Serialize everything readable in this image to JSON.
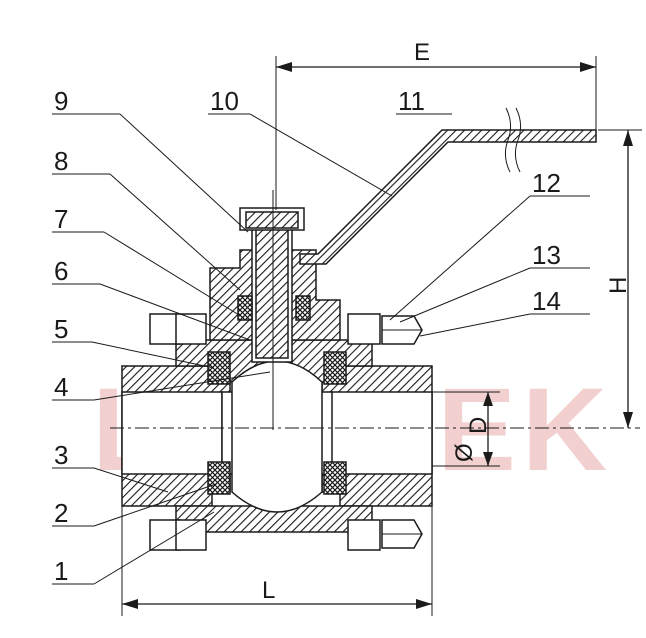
{
  "watermark": {
    "text": "LEADEK",
    "color": "#f2c8c8"
  },
  "part_labels": [
    "1",
    "2",
    "3",
    "4",
    "5",
    "6",
    "7",
    "8",
    "9",
    "10",
    "11",
    "12",
    "13",
    "14"
  ],
  "dimensions": {
    "E": "E",
    "H": "H",
    "L": "L",
    "D": "D",
    "phi": "Ø"
  },
  "colors": {
    "line": "#1a1a1a",
    "watermark_e": "#c8d2ec"
  }
}
